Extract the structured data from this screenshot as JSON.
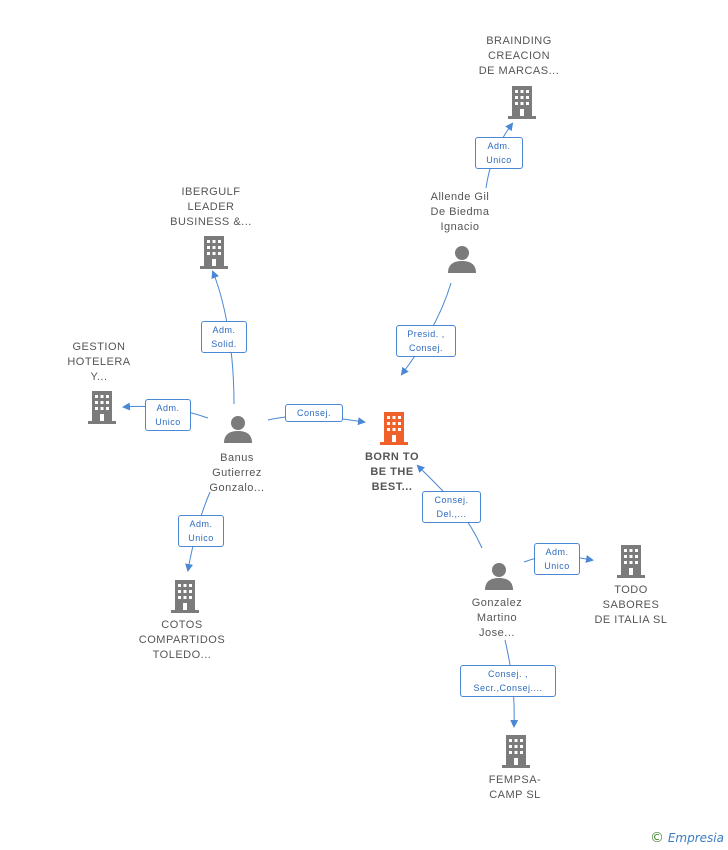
{
  "colors": {
    "company": "#7b7b7b",
    "main_company": "#f0602a",
    "person": "#7b7b7b",
    "edge": "#4a87d4"
  },
  "nodes": {
    "born": {
      "label": "BORN TO\nBE THE\nBEST...",
      "type": "main-company"
    },
    "braind": {
      "label": "BRAINDING\nCREACION\nDE MARCAS...",
      "type": "company"
    },
    "allende": {
      "label": "Allende Gil\nDe Biedma\nIgnacio",
      "type": "person"
    },
    "ibergulf": {
      "label": "IBERGULF\nLEADER\nBUSINESS &...",
      "type": "company"
    },
    "gestion": {
      "label": "GESTION\nHOTELERA\nY...",
      "type": "company"
    },
    "banus": {
      "label": "Banus\nGutierrez\nGonzalo...",
      "type": "person"
    },
    "cotos": {
      "label": "COTOS\nCOMPARTIDOS\nTOLEDO...",
      "type": "company"
    },
    "gonzalez": {
      "label": "Gonzalez\nMartino\nJose...",
      "type": "person"
    },
    "todo": {
      "label": "TODO\nSABORES\nDE ITALIA  SL",
      "type": "company"
    },
    "fempsa": {
      "label": "FEMPSA-\nCAMP SL",
      "type": "company"
    }
  },
  "edges": {
    "allende_braind": "Adm.\nUnico",
    "allende_born": "Presid. ,\nConsej.",
    "banus_ibergulf": "Adm.\nSolid.",
    "banus_gestion": "Adm.\nUnico",
    "banus_born": "Consej.",
    "banus_cotos": "Adm.\nUnico",
    "gonzalez_born": "Consej.\nDel.,...",
    "gonzalez_todo": "Adm.\nUnico",
    "gonzalez_fempsa": "Consej. ,\nSecr.,Consej...."
  },
  "watermark": {
    "copyright": "©",
    "brand": "Empresia"
  }
}
